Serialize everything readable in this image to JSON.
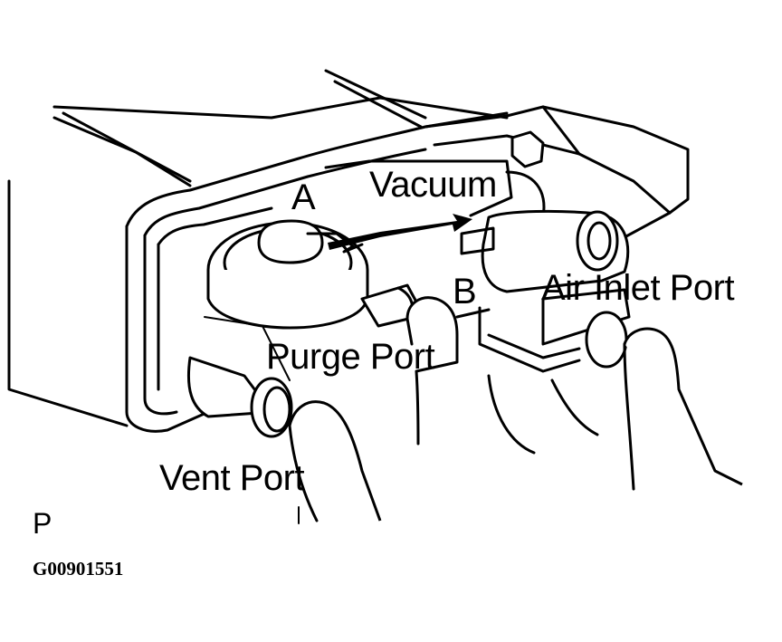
{
  "labels": {
    "vacuum": "Vacuum",
    "a": "A",
    "b": "B",
    "air_inlet_port": "Air Inlet Port",
    "purge_port": "Purge Port",
    "vent_port": "Vent Port",
    "p": "P",
    "figure_code": "G00901551"
  },
  "colors": {
    "ink": "#000000",
    "paper": "#ffffff"
  }
}
